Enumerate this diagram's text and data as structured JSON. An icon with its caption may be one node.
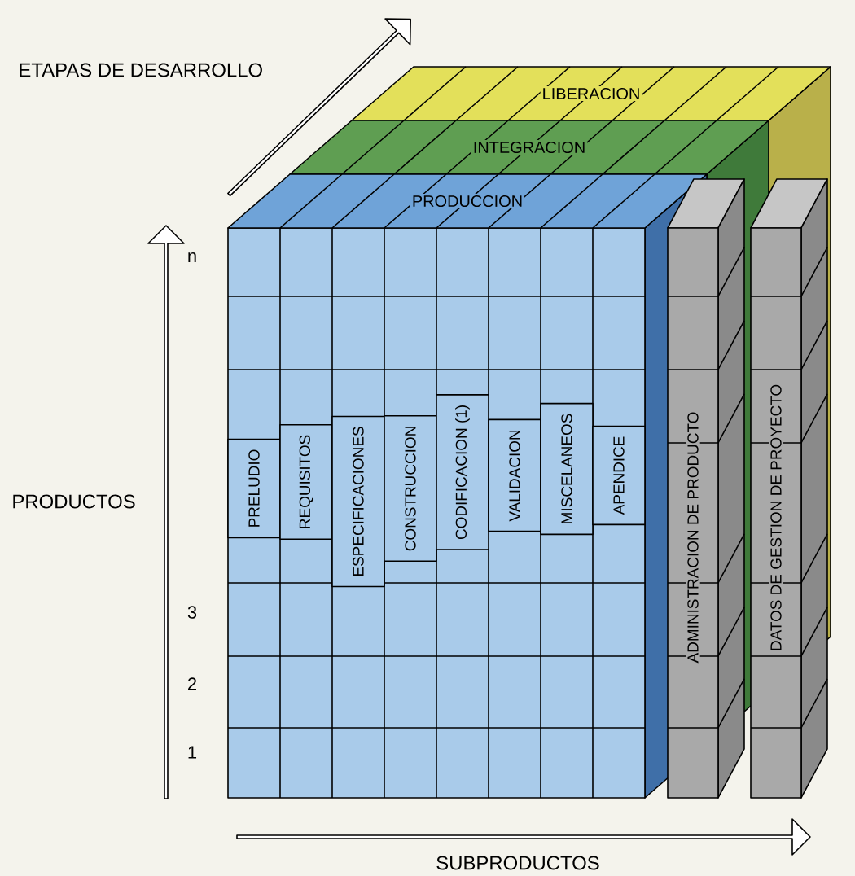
{
  "diagram": {
    "nodes": [
      {
        "text": [
          "LIBERACION"
        ]
      },
      {
        "text": [
          "INTEGRACION"
        ]
      },
      {
        "text": [
          "PRODUCCION"
        ]
      },
      {
        "text": [
          "PRELUDIO"
        ]
      },
      {
        "text": [
          "REQUISITOS"
        ]
      },
      {
        "text": [
          "ESPECIFICACIONES"
        ]
      },
      {
        "text": [
          "CONSTRUCCION"
        ]
      },
      {
        "text": [
          "CODIFICACION (1)"
        ]
      },
      {
        "text": [
          "VALIDACION"
        ]
      },
      {
        "text": [
          "MISCELANEOS"
        ]
      },
      {
        "text": [
          "APENDICE"
        ]
      },
      {
        "text": [
          "ADMINISTRACION DE PRODUCTO"
        ]
      },
      {
        "text": [
          "DATOS DE GESTION DE PROYECTO"
        ]
      }
    ],
    "labels": [
      "ETAPAS DE DESARROLLO",
      "PRODUCTOS",
      "SUBPRODUCTOS",
      "n",
      "3",
      "2",
      "1"
    ]
  }
}
